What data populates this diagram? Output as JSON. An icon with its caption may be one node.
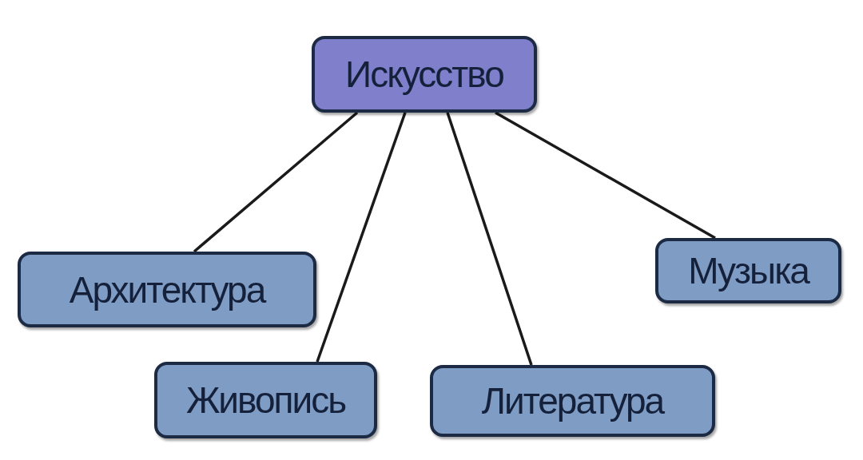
{
  "diagram": {
    "nodes": [
      {
        "text": [
          "Искусство"
        ]
      },
      {
        "text": [
          "Архитектура"
        ]
      },
      {
        "text": [
          "Живопись"
        ]
      },
      {
        "text": [
          "Литература"
        ]
      },
      {
        "text": [
          "Музыка"
        ]
      }
    ],
    "edges": [
      {
        "from": 0,
        "to": 1,
        "arrow": "none"
      },
      {
        "from": 0,
        "to": 2,
        "arrow": "none"
      },
      {
        "from": 0,
        "to": 3,
        "arrow": "none"
      },
      {
        "from": 0,
        "to": 4,
        "arrow": "none"
      }
    ]
  }
}
